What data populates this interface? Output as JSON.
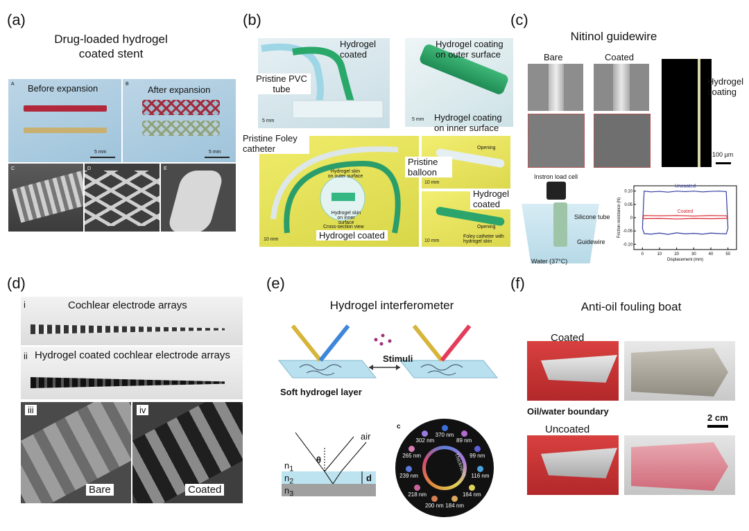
{
  "panels": {
    "a": {
      "letter": "(a)",
      "title": "Drug-loaded hydrogel coated stent",
      "before_label": "Before expansion",
      "after_label": "After expansion",
      "sub": [
        "A",
        "B",
        "C",
        "D",
        "E"
      ],
      "scale_a": "5 mm",
      "scale_b": "5 mm"
    },
    "b": {
      "letter": "(b)",
      "hydrogel_coated": "Hydrogel coated",
      "pristine_pvc": "Pristine PVC tube",
      "coating_outer": "Hydrogel coating on outer surface",
      "coating_inner": "Hydrogel coating on inner surface",
      "scale": "5 mm",
      "pristine_foley": "Pristine Foley catheter",
      "pristine_balloon": "Pristine balloon",
      "hydrogel_coated_2": "Hydrogel coated",
      "hydrogel_coated_3": "Hydrogel coated",
      "cross_section": "Cross-section view",
      "skin_outer": "Hydrogel skin on outer surface",
      "skin_inner": "Hydrogel skin on inner surface",
      "opening": "Opening",
      "foley_skin": "Foley catheter with hydrogel skin",
      "scale_10": "10 mm"
    },
    "c": {
      "letter": "(c)",
      "title": "Nitinol guidewire",
      "bare": "Bare",
      "coated": "Coated",
      "hydrogel_coating": "Hydrogel coating",
      "scale_100": "100 µm",
      "instron": "Instron load cell",
      "silicone": "Silicone tube",
      "guidewire": "Guidewire",
      "water": "Water (37°C)",
      "chart_data": {
        "type": "line",
        "xlabel": "Displacement (mm)",
        "ylabel": "Friction resistance (N)",
        "xlim": [
          -5,
          55
        ],
        "ylim": [
          -0.12,
          0.12
        ],
        "xticks": [
          0,
          10,
          20,
          30,
          40,
          50
        ],
        "yticks": [
          -0.1,
          -0.05,
          0,
          0.05,
          0.1
        ],
        "ytick_labels": [
          "-0.10",
          "-0.05",
          "0",
          "0.05",
          "0.10"
        ],
        "series": [
          {
            "name": "Uncoated",
            "color": "#2e3a9e",
            "x": [
              0,
              1,
              5,
              10,
              15,
              20,
              25,
              30,
              35,
              40,
              45,
              49,
              50
            ],
            "y": [
              -0.04,
              0.1,
              0.097,
              0.099,
              0.096,
              0.1,
              0.098,
              0.1,
              0.097,
              0.099,
              0.1,
              0.098,
              -0.04
            ]
          },
          {
            "name": "",
            "color": "#2e3a9e",
            "x": [
              0,
              1,
              5,
              10,
              15,
              20,
              25,
              30,
              35,
              40,
              45,
              49,
              50
            ],
            "y": [
              -0.04,
              -0.06,
              -0.062,
              -0.058,
              -0.063,
              -0.057,
              -0.061,
              -0.059,
              -0.062,
              -0.058,
              -0.06,
              -0.061,
              -0.04
            ]
          },
          {
            "name": "Coated",
            "color": "#d8232a",
            "x": [
              0,
              1,
              10,
              20,
              30,
              40,
              49,
              50
            ],
            "y": [
              0.0,
              0.008,
              0.007,
              0.008,
              0.006,
              0.008,
              0.007,
              0.0
            ]
          },
          {
            "name": "",
            "color": "#d8232a",
            "x": [
              0,
              1,
              10,
              20,
              30,
              40,
              49,
              50
            ],
            "y": [
              0.0,
              -0.004,
              -0.003,
              -0.005,
              -0.003,
              -0.004,
              -0.003,
              0.0
            ]
          }
        ]
      }
    },
    "d": {
      "letter": "(d)",
      "i": "i",
      "ii": "ii",
      "iii": "iii",
      "iv": "iv",
      "cochlear": "Cochlear electrode arrays",
      "hydrogel_cochlear": "Hydrogel coated cochlear electrode arrays",
      "bare": "Bare",
      "coated": "Coated"
    },
    "e": {
      "letter": "(e)",
      "title": "Hydrogel interferometer",
      "stimuli": "Stimuli",
      "soft_layer": "Soft hydrogel layer",
      "air": "air",
      "theta": "θ",
      "n1": "n",
      "n1_sub": "1",
      "n2": "n",
      "n2_sub": "2",
      "n3": "n",
      "n3_sub": "3",
      "d": "d",
      "c": "c",
      "thickness": "Thickness",
      "colors": [
        {
          "nm": "370 nm",
          "color": "#3b6fd6"
        },
        {
          "nm": "89 nm",
          "color": "#b36bd1"
        },
        {
          "nm": "99 nm",
          "color": "#5e5fd8"
        },
        {
          "nm": "116 nm",
          "color": "#4aa3e0"
        },
        {
          "nm": "164 nm",
          "color": "#e0d35a"
        },
        {
          "nm": "184 nm",
          "color": "#d9a85a"
        },
        {
          "nm": "200 nm",
          "color": "#d77f54"
        },
        {
          "nm": "218 nm",
          "color": "#c9649d"
        },
        {
          "nm": "239 nm",
          "color": "#5a77d9"
        },
        {
          "nm": "265 nm",
          "color": "#d67fb5"
        },
        {
          "nm": "302 nm",
          "color": "#9b7be0"
        }
      ]
    },
    "f": {
      "letter": "(f)",
      "title": "Anti-oil fouling boat",
      "coated": "Coated",
      "uncoated": "Uncoated",
      "boundary": "Oil/water boundary",
      "scale": "2 cm"
    }
  }
}
